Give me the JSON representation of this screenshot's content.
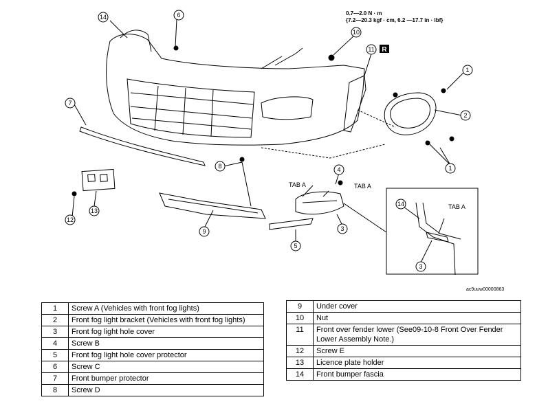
{
  "torque": {
    "line1": "0.7—2.0 N · m",
    "line2": "{7.2—20.3 kgf · cm, 6.2 —17.7 in · lbf}"
  },
  "labels": {
    "tab_a": "TAB A",
    "r_badge": "R",
    "n1": "1",
    "n2": "2",
    "n3": "3",
    "n4": "4",
    "n5": "5",
    "n6": "6",
    "n7": "7",
    "n8": "8",
    "n9": "9",
    "n10": "10",
    "n11": "11",
    "n12": "12",
    "n13": "13",
    "n14": "14"
  },
  "reference_code": "ac9uuw00000863",
  "parts_left": [
    {
      "num": "1",
      "name": "Screw A (Vehicles with front fog lights)"
    },
    {
      "num": "2",
      "name": "Front fog light bracket (Vehicles with front fog lights)"
    },
    {
      "num": "3",
      "name": "Front fog light hole cover"
    },
    {
      "num": "4",
      "name": "Screw B"
    },
    {
      "num": "5",
      "name": "Front fog light hole cover protector"
    },
    {
      "num": "6",
      "name": "Screw C"
    },
    {
      "num": "7",
      "name": "Front bumper protector"
    },
    {
      "num": "8",
      "name": "Screw D"
    }
  ],
  "parts_right": [
    {
      "num": "9",
      "name": "Under cover"
    },
    {
      "num": "10",
      "name": "Nut"
    },
    {
      "num": "11",
      "name": "Front over fender lower (See09-10-8 Front Over Fender Lower Assembly Note.)"
    },
    {
      "num": "12",
      "name": "Screw E"
    },
    {
      "num": "13",
      "name": "Licence plate holder"
    },
    {
      "num": "14",
      "name": "Front bumper fascia"
    }
  ]
}
